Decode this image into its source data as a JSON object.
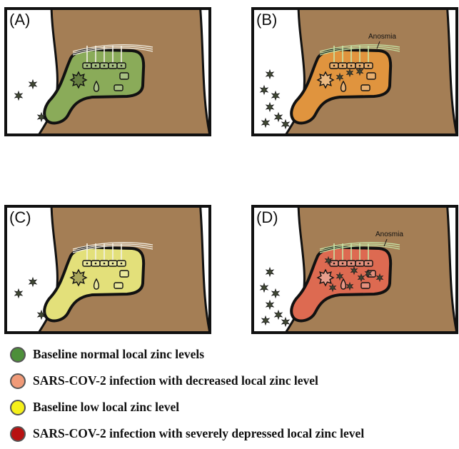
{
  "panels": [
    {
      "label": "(A)",
      "fill": "#8aab59",
      "annotation": ""
    },
    {
      "label": "(B)",
      "fill": "#e0943e",
      "annotation": "Anosmia"
    },
    {
      "label": "(C)",
      "fill": "#e3e07a",
      "annotation": ""
    },
    {
      "label": "(D)",
      "fill": "#dd6a51",
      "annotation": "Anosmia"
    }
  ],
  "colors": {
    "tissue": "#a47e55",
    "outline": "#111111",
    "virus": "#3f4733"
  },
  "legend": [
    {
      "text": "Baseline normal local zinc levels",
      "color": "#4d8f3a"
    },
    {
      "text": "SARS-COV-2 infection with decreased local zinc level",
      "color": "#f09a78"
    },
    {
      "text": "Baseline low local zinc level",
      "color": "#f5f01a"
    },
    {
      "text": "SARS-COV-2 infection with severely depressed local zinc level",
      "color": "#b81212"
    }
  ]
}
